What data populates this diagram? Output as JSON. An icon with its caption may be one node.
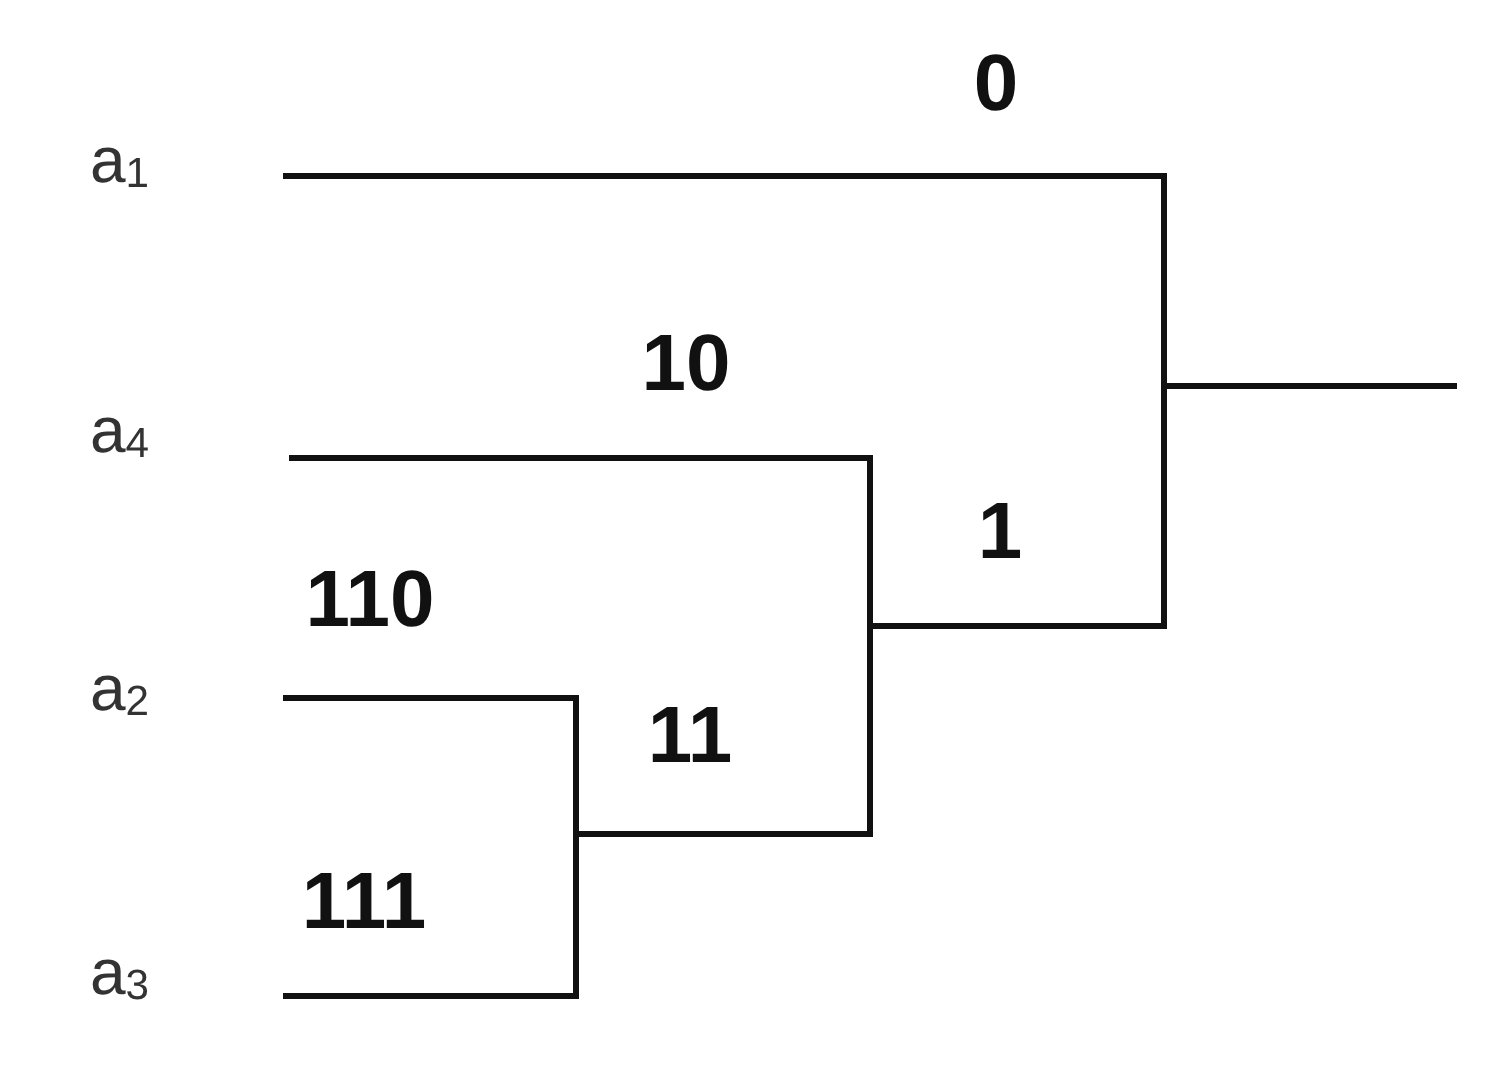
{
  "diagram": {
    "nodes": [
      {
        "text": [
          "a$_{1}$"
        ]
      },
      {
        "text": [
          "a$_{4}$"
        ]
      },
      {
        "text": [
          "a$_{2}$"
        ]
      },
      {
        "text": [
          "a$_{3}$"
        ]
      }
    ],
    "edges": [
      {
        "from": 0,
        "to": null,
        "arrow": "none",
        "label": "0"
      },
      {
        "from": 1,
        "to": null,
        "arrow": "none",
        "label": "10"
      },
      {
        "from": 2,
        "to": null,
        "arrow": "none",
        "label": "110"
      },
      {
        "from": 3,
        "to": null,
        "arrow": "none",
        "label": "111"
      }
    ],
    "labels": [
      "1",
      "11"
    ]
  }
}
